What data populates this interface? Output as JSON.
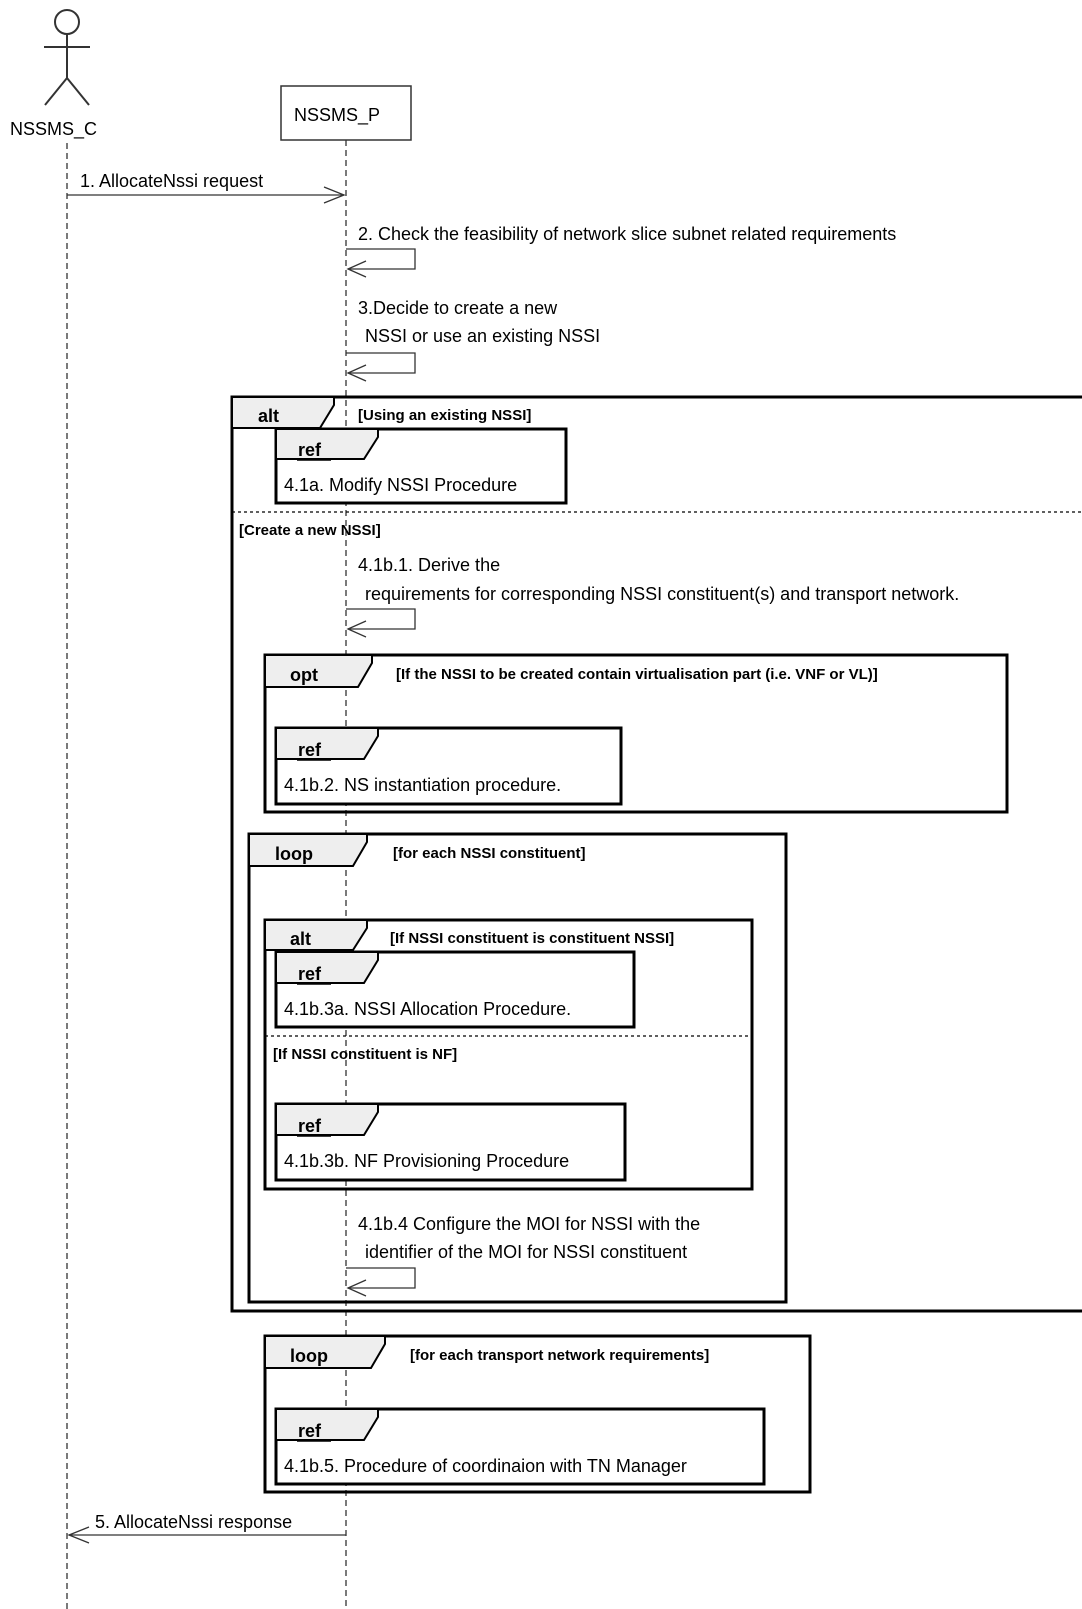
{
  "participants": {
    "consumer": "NSSMS_C",
    "provider": "NSSMS_P"
  },
  "messages": {
    "m1": "1. AllocateNssi request",
    "m2": "2. Check the feasibility of network slice subnet related requirements",
    "m3_line1": "3.Decide to create a new",
    "m3_line2": "NSSI or use an existing NSSI",
    "m41b1_line1": "4.1b.1. Derive the",
    "m41b1_line2": "requirements for corresponding NSSI constituent(s) and transport network.",
    "m41b4_line1": "4.1b.4 Configure the MOI for NSSI with the",
    "m41b4_line2": "identifier of the MOI for NSSI constituent",
    "m5": "5. AllocateNssi response"
  },
  "fragments": {
    "alt_outer": {
      "keyword": "alt",
      "guard1": "[Using an existing NSSI]",
      "guard2": "[Create a new NSSI]"
    },
    "opt": {
      "keyword": "opt",
      "guard": "[If the NSSI to be created contain virtualisation part (i.e. VNF or VL)]"
    },
    "loop_constituent": {
      "keyword": "loop",
      "guard": "[for each NSSI constituent]"
    },
    "alt_inner": {
      "keyword": "alt",
      "guard1": "[If NSSI constituent is constituent NSSI]",
      "guard2": "[If NSSI constituent is NF]"
    },
    "loop_tn": {
      "keyword": "loop",
      "guard": "[for each transport network requirements]"
    }
  },
  "refs": {
    "keyword": "ref",
    "r41a": "4.1a. Modify NSSI Procedure",
    "r41b2": "4.1b.2. NS instantiation procedure.",
    "r41b3a": "4.1b.3a. NSSI Allocation Procedure.",
    "r41b3b": "4.1b.3b. NF Provisioning Procedure",
    "r41b5": "4.1b.5. Procedure of coordinaion with TN Manager"
  }
}
